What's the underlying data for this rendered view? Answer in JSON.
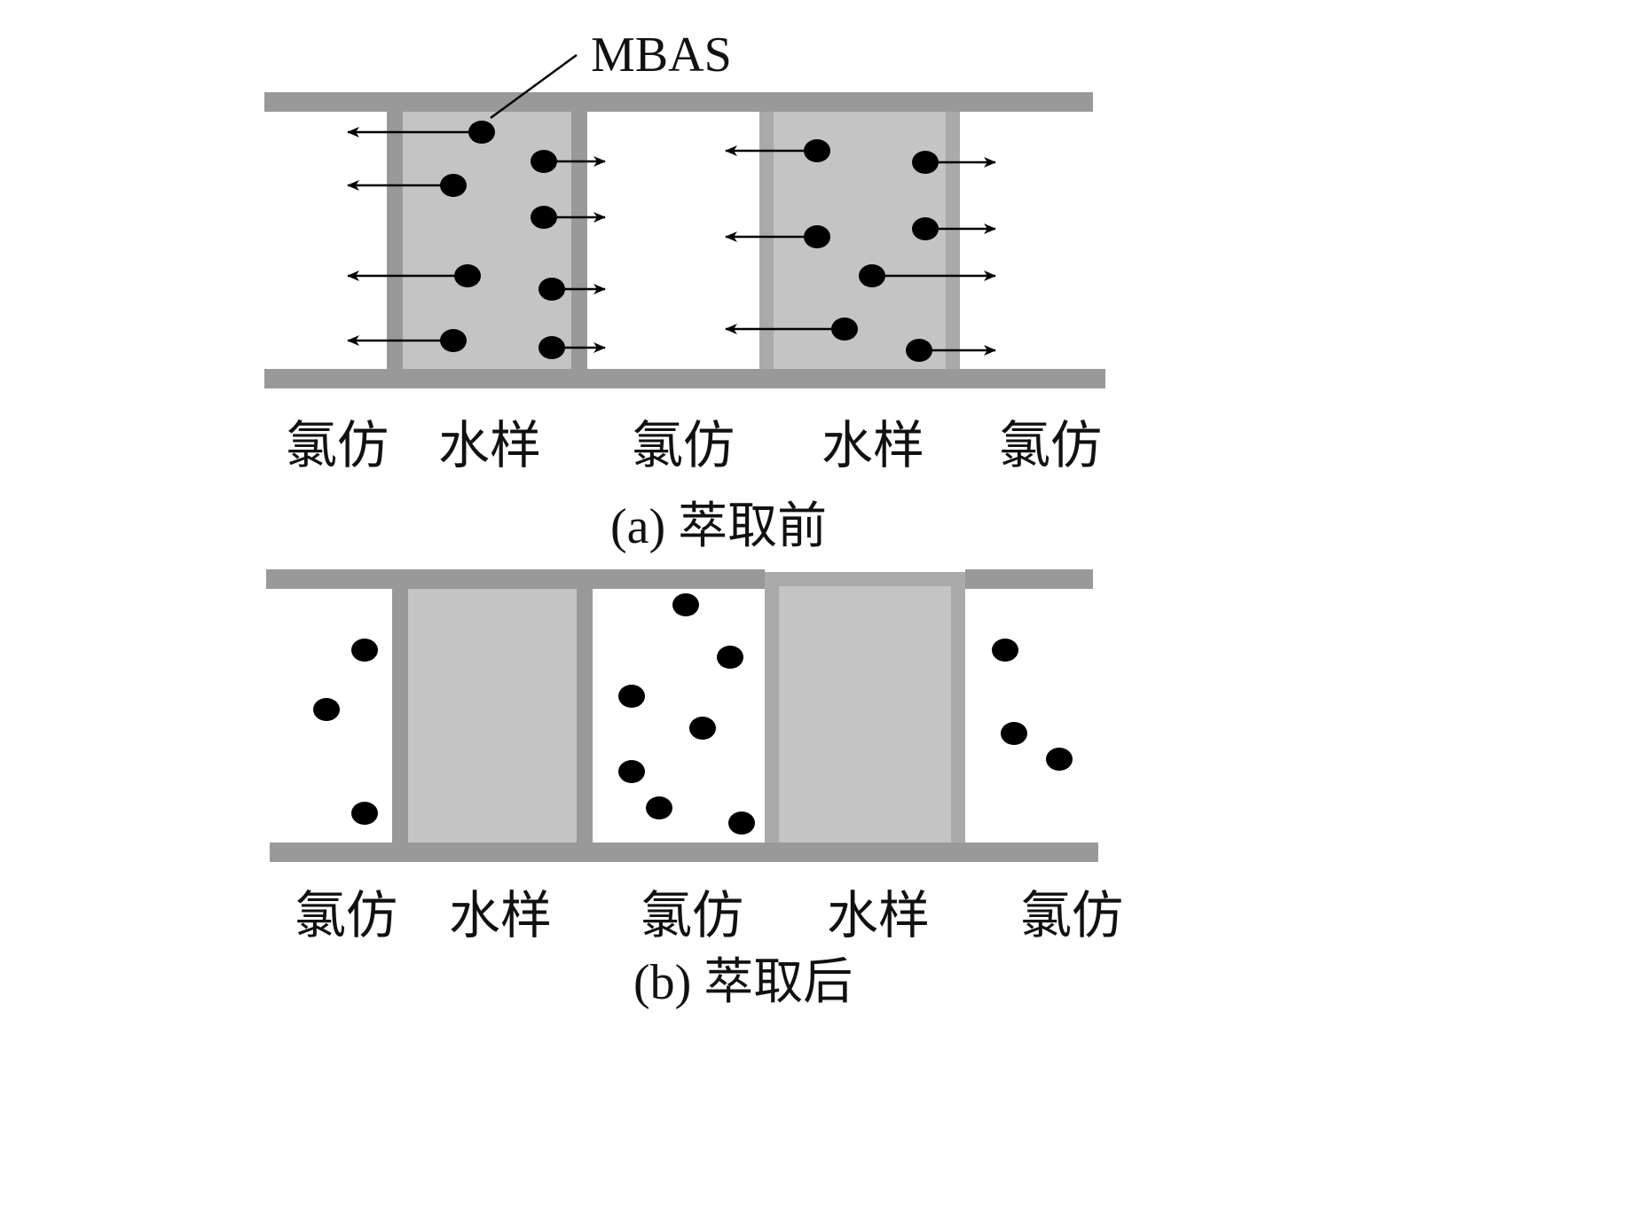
{
  "annotation": {
    "label": "MBAS"
  },
  "panel_a": {
    "caption": "(a) 萃取前",
    "phases": [
      "氯仿",
      "水样",
      "氯仿",
      "水样",
      "氯仿"
    ]
  },
  "panel_b": {
    "caption": "(b) 萃取后",
    "phases": [
      "氯仿",
      "水样",
      "氯仿",
      "水样",
      "氯仿"
    ]
  },
  "colors": {
    "wall": "#999999",
    "water": "#c4c4c4",
    "water_border_light": "#aaaaaa",
    "dot": "#000000"
  }
}
